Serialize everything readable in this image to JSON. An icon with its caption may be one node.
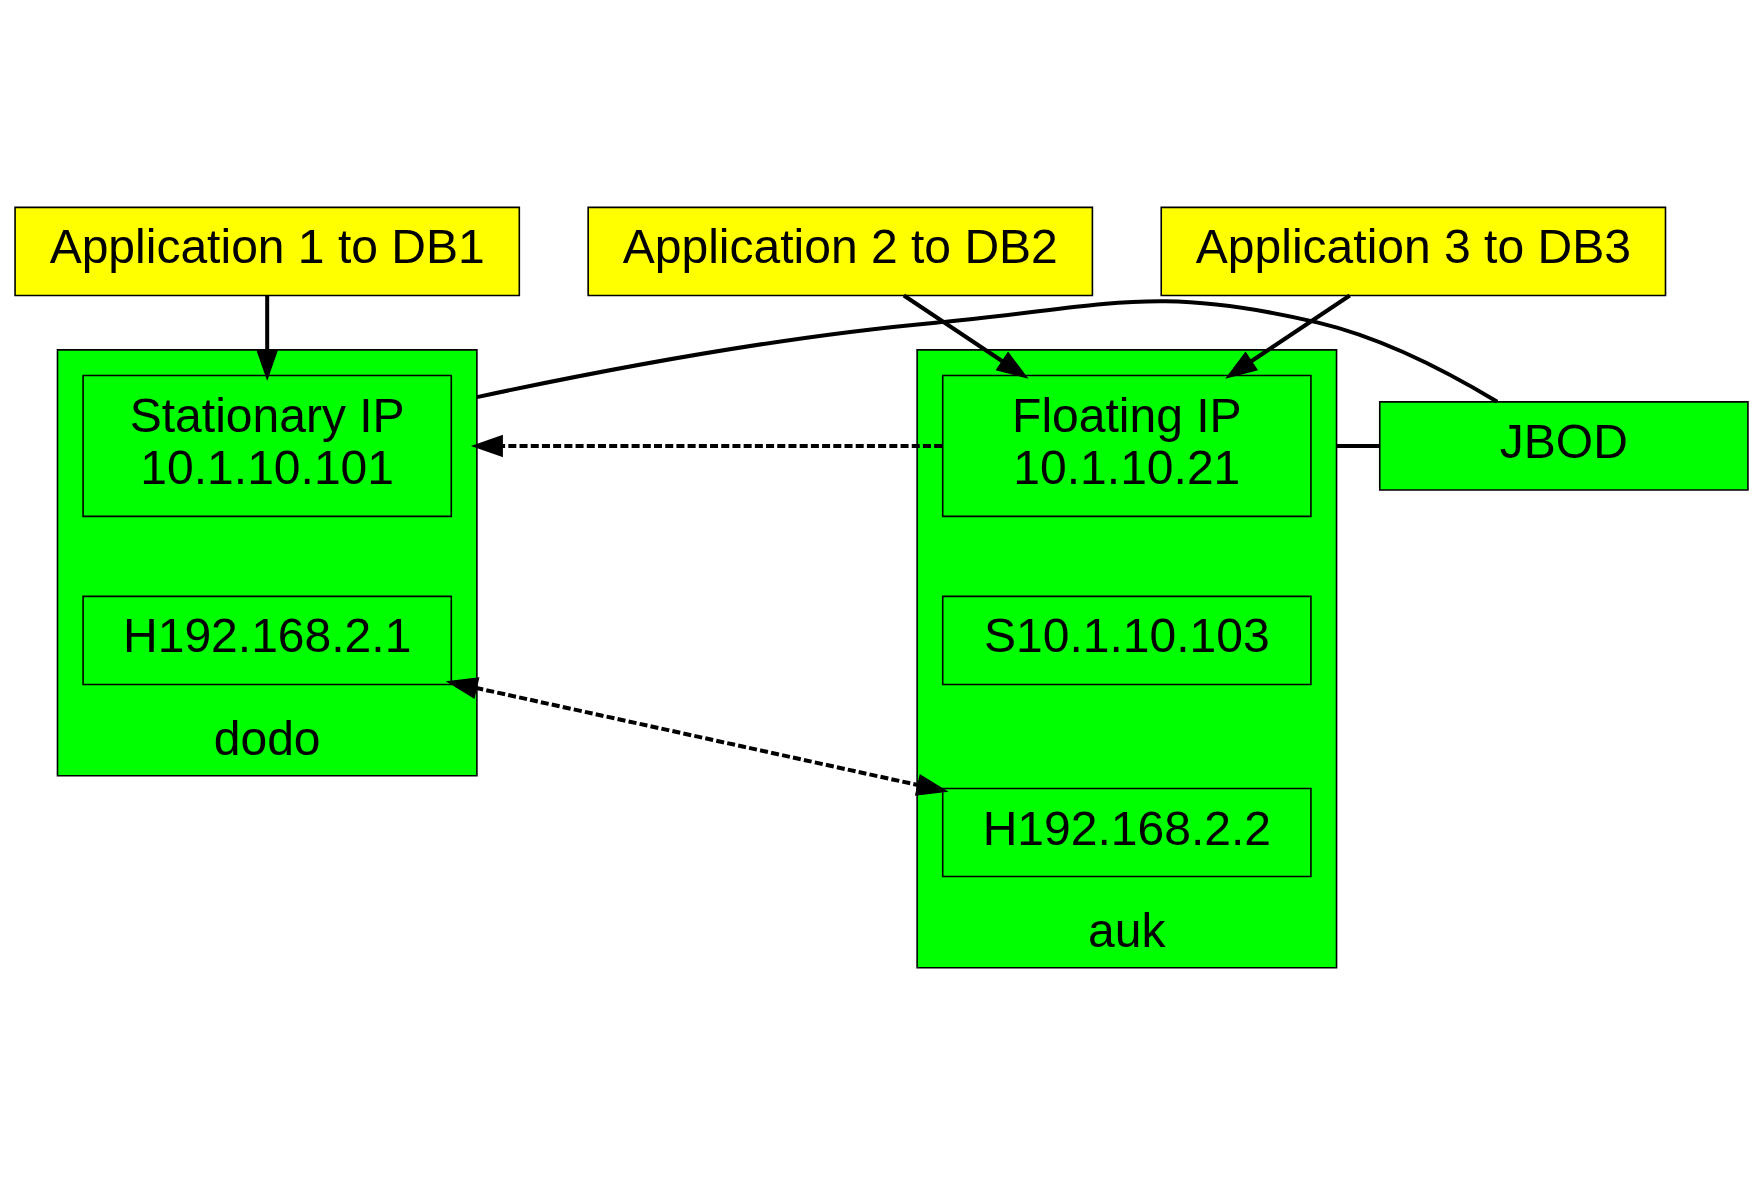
{
  "diagram": {
    "nodes": [
      {
        "text": [
          "Application 1 to DB1"
        ]
      },
      {
        "text": [
          "Application 2 to DB2"
        ]
      },
      {
        "text": [
          "Application 3 to DB3"
        ]
      },
      {
        "text": [
          "dodo"
        ]
      },
      {
        "text": [
          "Stationary IP",
          "10.1.10.101"
        ],
        "in": 3
      },
      {
        "text": [
          "H192.168.2.1"
        ],
        "in": 3
      },
      {
        "text": [
          "JBOD"
        ]
      },
      {
        "text": [
          "auk"
        ]
      },
      {
        "text": [
          "Floating IP",
          "10.1.10.21"
        ],
        "in": 7
      },
      {
        "text": [
          "S10.1.10.103"
        ],
        "in": 7
      },
      {
        "text": [
          "H192.168.2.2"
        ],
        "in": 7
      }
    ],
    "edges": [
      {
        "from": 0,
        "to": 4,
        "arrow": "to"
      },
      {
        "from": 1,
        "to": 8,
        "arrow": "to"
      },
      {
        "from": 2,
        "to": 8,
        "arrow": "to"
      },
      {
        "from": 8,
        "to": 3,
        "arrow": "to",
        "style": "dashed"
      },
      {
        "from": 3,
        "to": 6,
        "arrow": "none"
      },
      {
        "from": 6,
        "to": 7,
        "arrow": "none"
      },
      {
        "from": 5,
        "to": 10,
        "arrow": "both",
        "style": "dashed"
      }
    ]
  }
}
